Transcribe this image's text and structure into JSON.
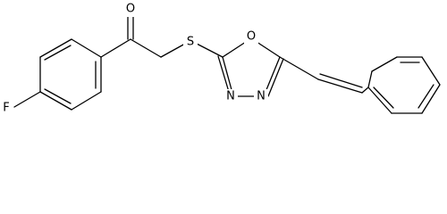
{
  "molecule": {
    "atoms": {
      "fluorine": "F",
      "carbonyl_oxygen": "O",
      "sulfur": "S",
      "ring_oxygen": "O",
      "nitrogen_left": "N",
      "nitrogen_right": "N"
    }
  }
}
